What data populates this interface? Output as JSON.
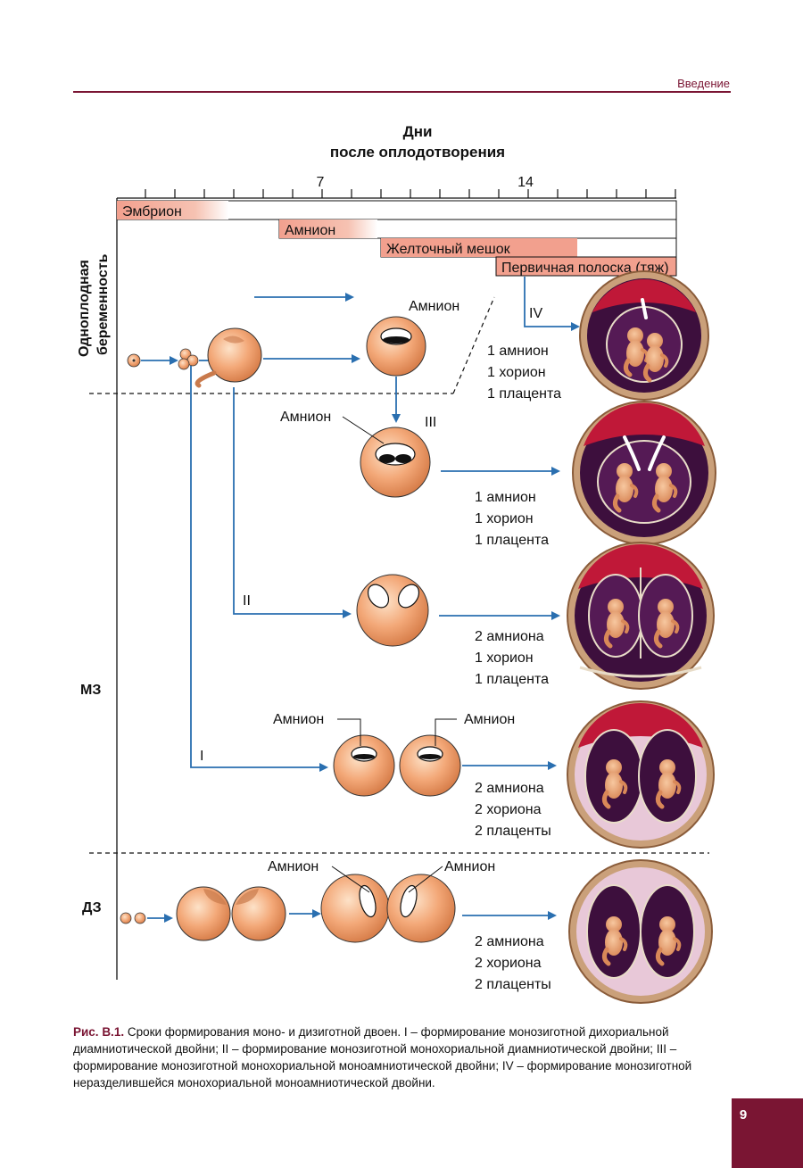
{
  "header": {
    "section": "Введение"
  },
  "axis": {
    "title_line1": "Дни",
    "title_line2": "после оплодотворения",
    "tick_labels": [
      "7",
      "14"
    ]
  },
  "stages": [
    "Эмбрион",
    "Амнион",
    "Желточный мешок",
    "Первичная полоска (тяж)"
  ],
  "row_labels": {
    "singleton_line1": "Одноплодная",
    "singleton_line2": "беременность",
    "mz": "МЗ",
    "dz": "ДЗ"
  },
  "pathways": {
    "iv": {
      "roman": "IV",
      "line1": "1 амнион",
      "line2": "1 хорион",
      "line3": "1 плацента"
    },
    "iii": {
      "roman": "III",
      "line1": "1 амнион",
      "line2": "1 хорион",
      "line3": "1 плацента"
    },
    "ii": {
      "roman": "II",
      "line1": "2 амниона",
      "line2": "1 хорион",
      "line3": "1 плацента"
    },
    "i": {
      "roman": "I",
      "line1": "2 амниона",
      "line2": "2 хориона",
      "line3": "2 плаценты"
    },
    "dz": {
      "line1": "2 амниона",
      "line2": "2 хориона",
      "line3": "2 плаценты"
    }
  },
  "amnion_label": "Амнион",
  "caption": {
    "figure": "Рис. В.1.",
    "text": " Сроки формирования моно- и дизиготной двоен. I – формирование монозиготной дихориальной диамниотической двойни; II – формирование монозиготной монохориальной диамниотической двойни; III – формирование монозиготной монохориальной моноамниотической двойни; IV – формирование монозиготной неразделившейся монохориальной моноамниотической двойни."
  },
  "page_number": "9",
  "colors": {
    "accent": "#7a1533",
    "arrow": "#2a6fb0",
    "cell": "#f0a070",
    "stage_bar": "#f2a08e",
    "womb_dark": "#3d0f3d",
    "placenta": "#c01838"
  }
}
